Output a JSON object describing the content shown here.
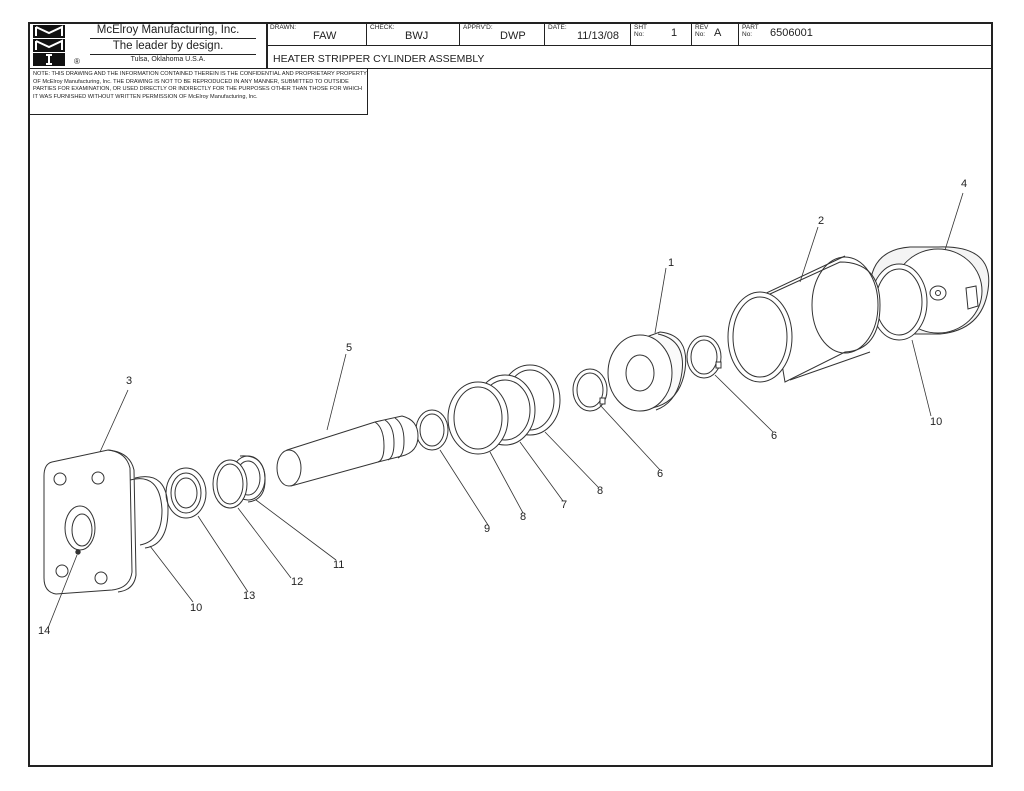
{
  "company": {
    "name": "McElroy Manufacturing, Inc.",
    "tagline": "The leader by design.",
    "location": "Tulsa, Oklahoma U.S.A.",
    "logo_text": "MMI",
    "registered_mark": "®"
  },
  "title_block": {
    "drawn_label": "DRAWN:",
    "drawn_value": "FAW",
    "check_label": "CHECK:",
    "check_value": "BWJ",
    "apprvd_label": "APPRV'D:",
    "apprvd_value": "DWP",
    "date_label": "DATE:",
    "date_value": "11/13/08",
    "sht_label": "SHT\nNo:",
    "sht_value": "1",
    "rev_label": "REV\nNo:",
    "rev_value": "A",
    "part_label": "PART\nNo:",
    "part_value": "6506001",
    "drawing_title": "HEATER STRIPPER CYLINDER ASSEMBLY"
  },
  "note": "NOTE: THIS DRAWING AND THE INFORMATION CONTAINED THEREIN IS THE CONFIDENTIAL AND PROPRIETARY PROPERTY OF McElroy Manufacturing, Inc. THE DRAWING IS NOT TO BE REPRODUCED IN ANY MANNER, SUBMITTED TO OUTSIDE PARTIES FOR EXAMINATION, OR USED DIRECTLY OR INDIRECTLY FOR THE PURPOSES OTHER THAN THOSE FOR WHICH IT WAS FURNISHED WITHOUT WRITTEN PERMISSION OF McElroy Manufacturing, Inc.",
  "callouts": {
    "c1": "1",
    "c2": "2",
    "c3": "3",
    "c4": "4",
    "c5": "5",
    "c6a": "6",
    "c6b": "6",
    "c7": "7",
    "c8a": "8",
    "c8b": "8",
    "c9": "9",
    "c10a": "10",
    "c10b": "10",
    "c11": "11",
    "c12": "12",
    "c13": "13",
    "c14": "14"
  }
}
